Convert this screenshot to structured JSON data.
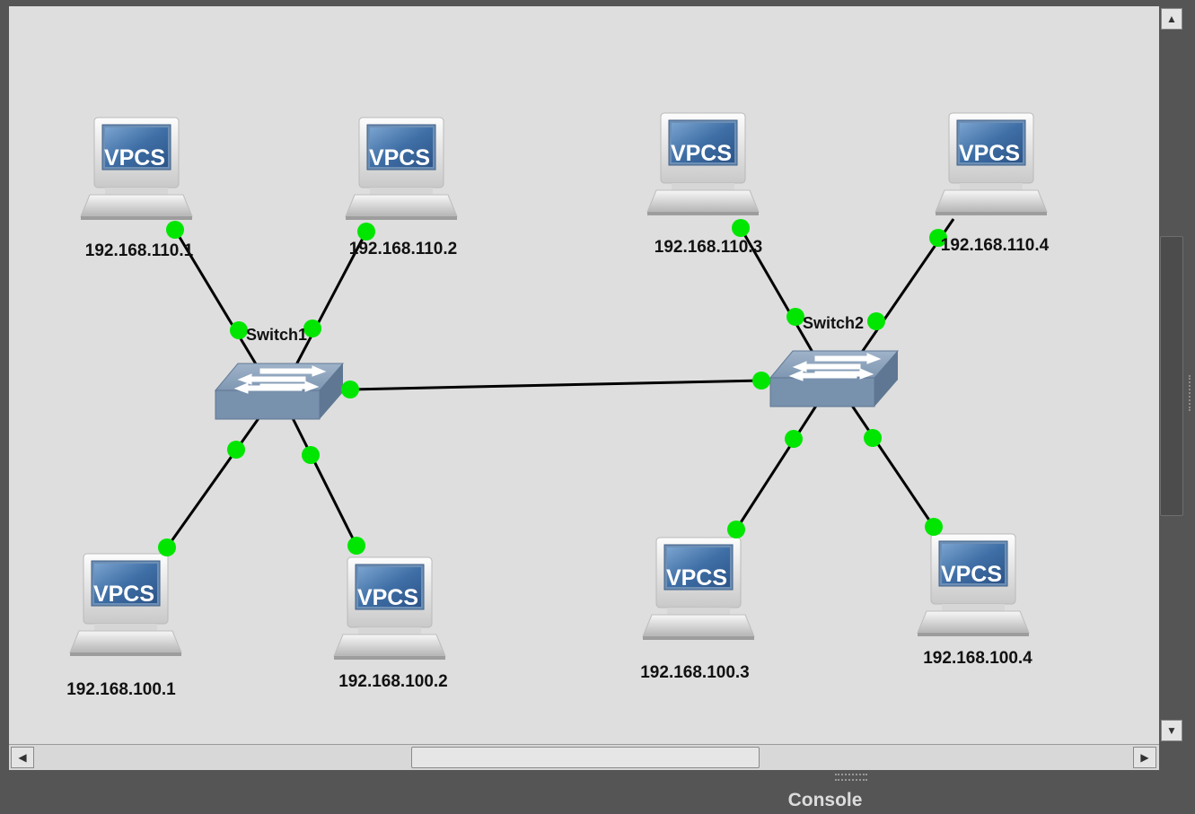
{
  "canvas": {
    "background": "#dedede",
    "link_color": "#000000",
    "port_color": "#00e600"
  },
  "nodes": {
    "pc_110_1": {
      "icon_text": "VPCS",
      "label": "192.168.110.1"
    },
    "pc_110_2": {
      "icon_text": "VPCS",
      "label": "192.168.110.2"
    },
    "pc_110_3": {
      "icon_text": "VPCS",
      "label": "192.168.110.3"
    },
    "pc_110_4": {
      "icon_text": "VPCS",
      "label": "192.168.110.4"
    },
    "pc_100_1": {
      "icon_text": "VPCS",
      "label": "192.168.100.1"
    },
    "pc_100_2": {
      "icon_text": "VPCS",
      "label": "192.168.100.2"
    },
    "pc_100_3": {
      "icon_text": "VPCS",
      "label": "192.168.100.3"
    },
    "pc_100_4": {
      "icon_text": "VPCS",
      "label": "192.168.100.4"
    },
    "switch1": {
      "label": "Switch1",
      "icon": "ethernet-switch-icon"
    },
    "switch2": {
      "label": "Switch2",
      "icon": "ethernet-switch-icon"
    }
  },
  "links": [
    [
      "pc_110_1",
      "switch1"
    ],
    [
      "pc_110_2",
      "switch1"
    ],
    [
      "pc_100_1",
      "switch1"
    ],
    [
      "pc_100_2",
      "switch1"
    ],
    [
      "switch1",
      "switch2"
    ],
    [
      "pc_110_3",
      "switch2"
    ],
    [
      "pc_110_4",
      "switch2"
    ],
    [
      "pc_100_3",
      "switch2"
    ],
    [
      "pc_100_4",
      "switch2"
    ]
  ],
  "scrollbars": {
    "up_icon": "▲",
    "down_icon": "▼",
    "left_icon": "◀",
    "right_icon": "▶"
  },
  "console": {
    "title": "Console"
  }
}
